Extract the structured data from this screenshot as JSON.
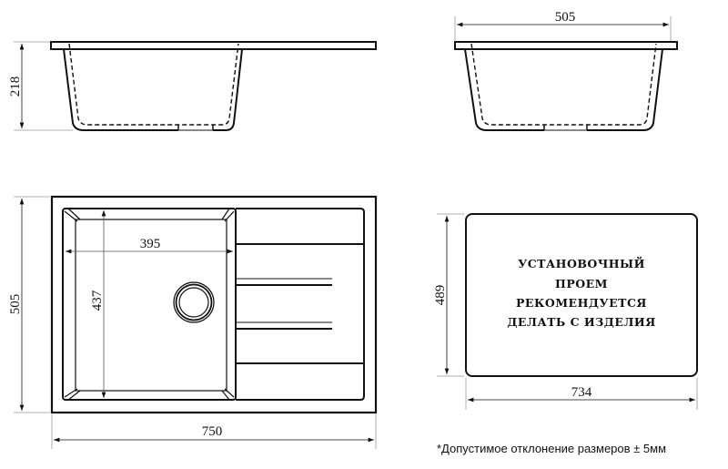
{
  "side_view_left": {
    "height_label": "218"
  },
  "side_view_right": {
    "width_label": "505"
  },
  "top_view": {
    "width_label": "750",
    "height_label": "505",
    "bowl_width_label": "395",
    "bowl_height_label": "437"
  },
  "cutout": {
    "width_label": "734",
    "height_label": "489",
    "note_lines": [
      "УСТАНОВОЧНЫЙ",
      "ПРОЕМ",
      "РЕКОМЕНДУЕТСЯ",
      "ДЕЛАТЬ С ИЗДЕЛИЯ"
    ]
  },
  "footnote": "*Допустимое отклонение размеров ± 5мм",
  "colors": {
    "line": "#111111",
    "dim_line": "#888888",
    "background": "#ffffff"
  }
}
